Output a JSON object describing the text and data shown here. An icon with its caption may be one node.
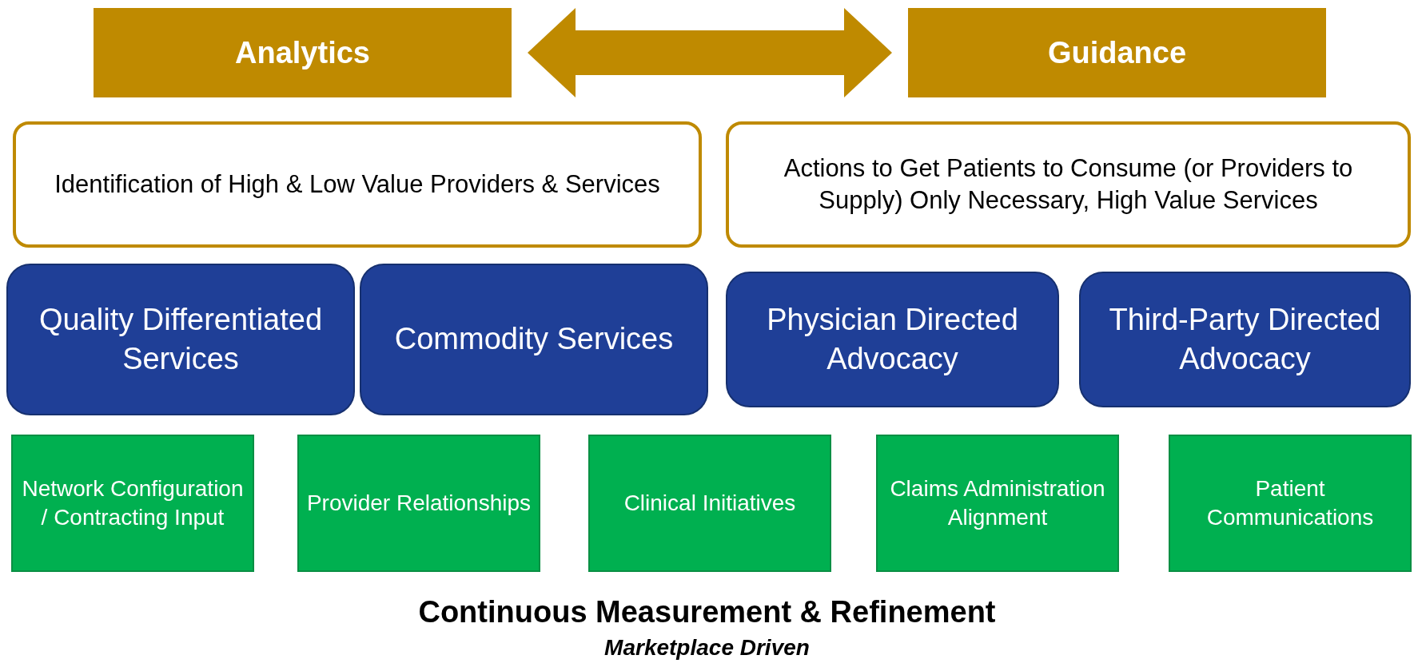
{
  "diagram": {
    "nodes": [
      {
        "text": [
          "Analytics"
        ]
      },
      {
        "text": [
          "Guidance"
        ]
      },
      {
        "text": [
          "Identification of High & Low Value Providers & Services"
        ]
      },
      {
        "text": [
          "Actions to Get Patients to Consume (or Providers to Supply) Only Necessary, High Value Services"
        ]
      },
      {
        "text": [
          "Quality Differentiated Services"
        ]
      },
      {
        "text": [
          "Commodity Services"
        ]
      },
      {
        "text": [
          "Physician Directed Advocacy"
        ]
      },
      {
        "text": [
          "Third-Party Directed Advocacy"
        ]
      },
      {
        "text": [
          "Network Configuration / Contracting Input"
        ]
      },
      {
        "text": [
          "Provider Relationships"
        ]
      },
      {
        "text": [
          "Clinical Initiatives"
        ]
      },
      {
        "text": [
          "Claims Administration Alignment"
        ]
      },
      {
        "text": [
          "Patient Communications"
        ]
      }
    ],
    "edges": [
      {
        "from": 0,
        "to": 1,
        "arrow": "both",
        "color": "#bf8a00"
      }
    ],
    "labels": [
      "Continuous Measurement & Refinement",
      "Marketplace Driven"
    ]
  }
}
